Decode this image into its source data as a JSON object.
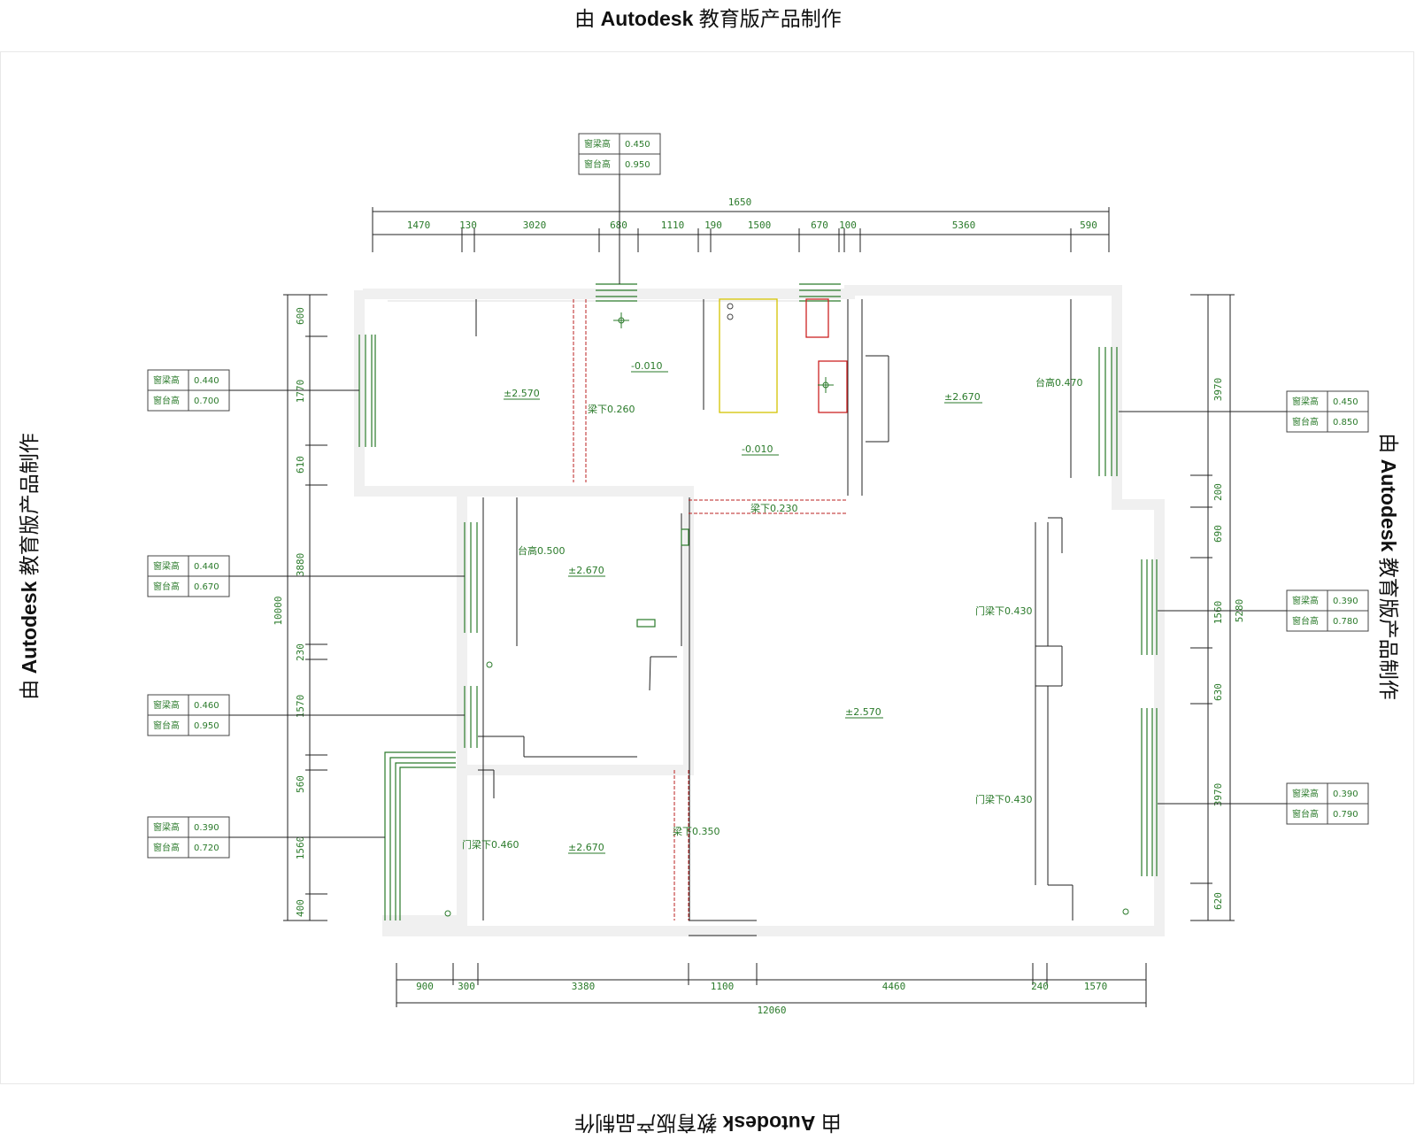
{
  "watermark": {
    "prefix": "由",
    "brand": "Autodesk",
    "suffix": "教育版产品制作"
  },
  "dimensions": {
    "top_total": "1650",
    "top_segments": [
      "1470",
      "130",
      "3020",
      "680",
      "1110",
      "190",
      "1500",
      "670",
      "100",
      "5360",
      "590"
    ],
    "bottom_total": "12060",
    "bottom_segments": [
      "900",
      "300",
      "3380",
      "1100",
      "4460",
      "240",
      "1570"
    ],
    "left_total": "10000",
    "left_segments": [
      "600",
      "1770",
      "610",
      "3880",
      "230",
      "1570",
      "560",
      "1560",
      "400"
    ],
    "right_total": "5280",
    "right_segments": [
      "3970",
      "200",
      "690",
      "1560",
      "630",
      "3970",
      "620"
    ]
  },
  "level_tags": [
    {
      "rows": [
        [
          "窗梁高",
          "0.450"
        ],
        [
          "窗台高",
          "0.950"
        ]
      ]
    },
    {
      "rows": [
        [
          "窗梁高",
          "0.440"
        ],
        [
          "窗台高",
          "0.700"
        ]
      ]
    },
    {
      "rows": [
        [
          "窗梁高",
          "0.440"
        ],
        [
          "窗台高",
          "0.670"
        ]
      ]
    },
    {
      "rows": [
        [
          "窗梁高",
          "0.460"
        ],
        [
          "窗台高",
          "0.950"
        ]
      ]
    },
    {
      "rows": [
        [
          "窗梁高",
          "0.390"
        ],
        [
          "窗台高",
          "0.720"
        ]
      ]
    },
    {
      "rows": [
        [
          "窗梁高",
          "0.450"
        ],
        [
          "窗台高",
          "0.850"
        ]
      ]
    },
    {
      "rows": [
        [
          "窗梁高",
          "0.390"
        ],
        [
          "窗台高",
          "0.780"
        ]
      ]
    },
    {
      "rows": [
        [
          "窗梁高",
          "0.390"
        ],
        [
          "窗台高",
          "0.790"
        ]
      ]
    }
  ],
  "annotations": {
    "e1": "±2.570",
    "e2": "-0.010",
    "e3": "梁下0.260",
    "e4": "-0.010",
    "e5": "梁下0.230",
    "e6": "±2.670",
    "e7": "台高0.470",
    "e8": "±2.670",
    "e9": "台高0.500",
    "e10": "门梁下0.430",
    "e11": "±2.570",
    "e12": "门梁下0.430",
    "e13": "门梁下0.460",
    "e14": "±2.670",
    "e15": "梁下0.350"
  }
}
